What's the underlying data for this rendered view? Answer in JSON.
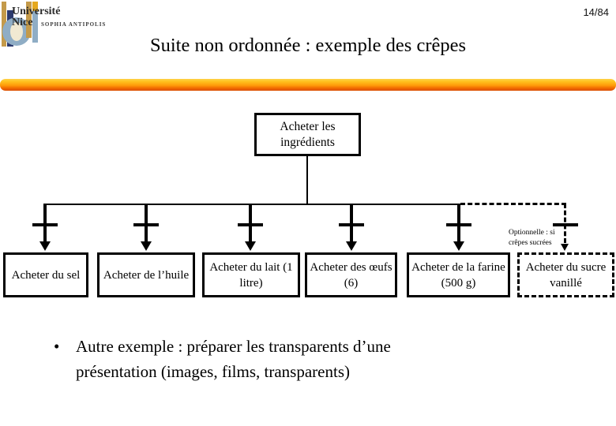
{
  "page": {
    "number": "14/84"
  },
  "header": {
    "title": "Suite non ordonnée : exemple des crêpes"
  },
  "logo": {
    "university": "Université",
    "city": "Nice",
    "campus": "SOPHIA ANTIPOLIS"
  },
  "diagram": {
    "root_label": "Acheter les ingrédients",
    "children": [
      {
        "label": "Acheter du sel"
      },
      {
        "label": "Acheter de l’huile"
      },
      {
        "label": "Acheter du lait (1 litre)"
      },
      {
        "label": "Acheter des œufs (6)"
      },
      {
        "label": "Acheter de la farine (500 g)"
      },
      {
        "label": "Acheter du sucre vanillé",
        "optional": true
      }
    ],
    "annotation": "Optionnelle : si\ncrêpes sucrées"
  },
  "body": {
    "bullet_glyph": "•",
    "bullet": "Autre exemple : préparer les transparents d’une présentation (images, films, transparents)"
  },
  "colors": {
    "bar_gradient_top": "#FFD24A",
    "bar_gradient_bottom": "#DA4E00",
    "line_color": "#000000",
    "background": "#FFFFFF"
  }
}
